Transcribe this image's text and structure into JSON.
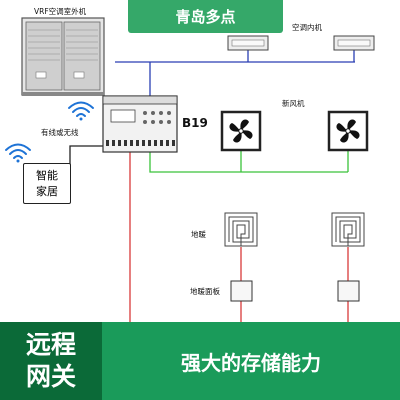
{
  "header": {
    "title": "青岛多点"
  },
  "labels": {
    "outdoor_unit": "VRF空调室外机",
    "indoor_unit": "空调内机",
    "fresh_air": "新风机",
    "wired_wireless": "有线或无线",
    "floor_heating": "地暖",
    "floor_panel": "地暖面板",
    "gateway_model": "B19"
  },
  "smart_home": {
    "line1": "智能",
    "line2": "家居"
  },
  "footer": {
    "left_line1": "远程",
    "left_line2": "网关",
    "slogan": "强大的存储能力"
  },
  "colors": {
    "banner": "#35a869",
    "footer": "#1a9b5a",
    "footer_dark": "#0b6a38",
    "blue_line": "#2a3fb3",
    "green_line": "#3ac23a",
    "red_line": "#d83a3a",
    "wifi": "#1e73d6"
  },
  "icons": [
    "wifi-icon",
    "fan-icon",
    "floor-heating-coil-icon",
    "outdoor-unit-icon",
    "indoor-unit-icon",
    "controller-icon"
  ]
}
